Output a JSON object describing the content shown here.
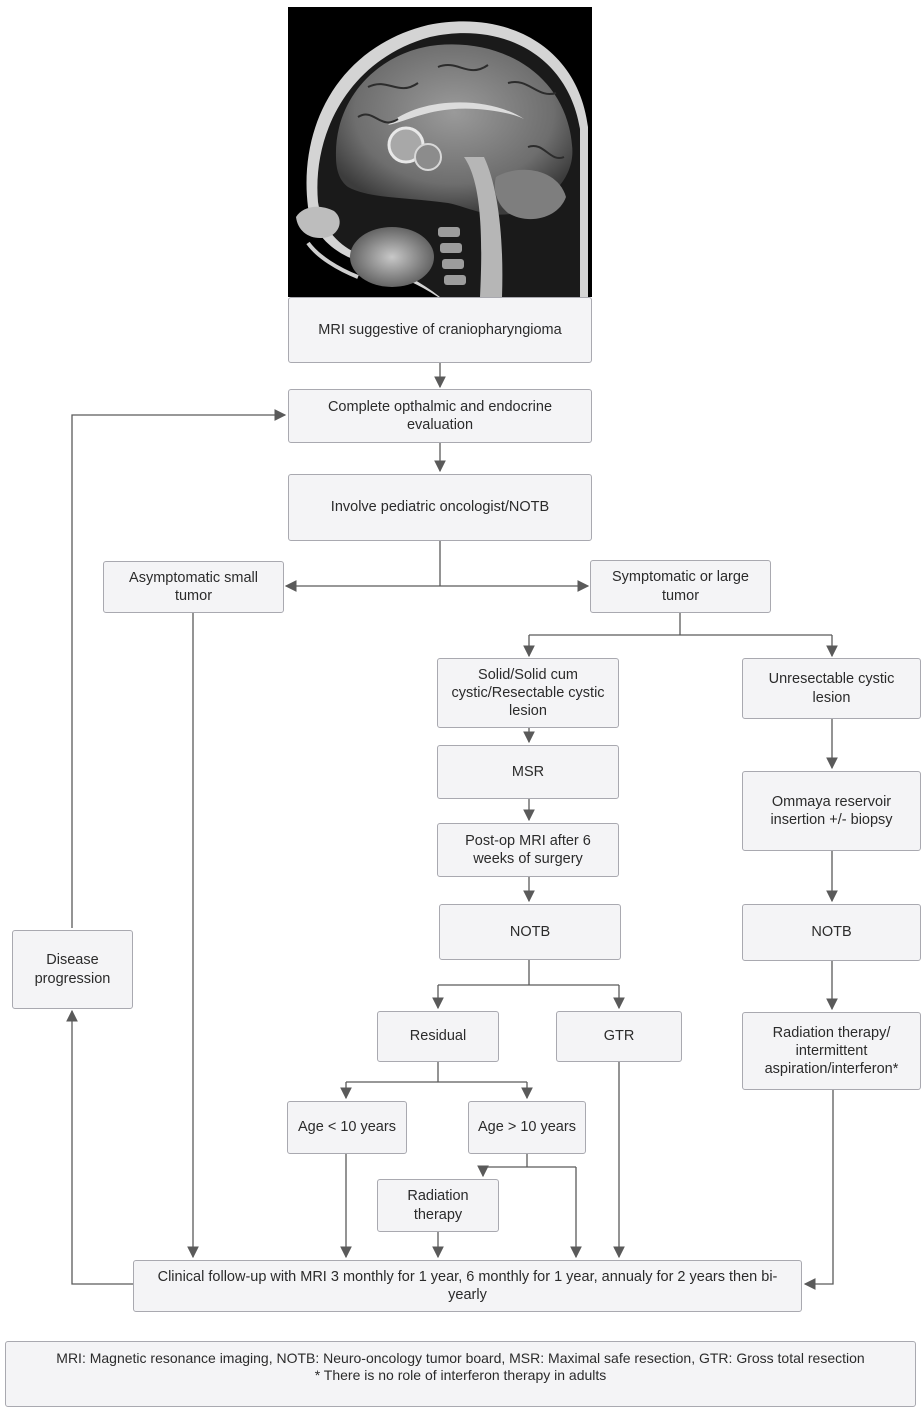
{
  "image": {
    "kind": "sagittal brain MRI"
  },
  "nodes": {
    "mri": "MRI suggestive of craniopharyngioma",
    "evaluation": "Complete opthalmic and endocrine evaluation",
    "oncologist": "Involve pediatric oncologist/NOTB",
    "asymptomatic": "Asymptomatic small tumor",
    "symptomatic": "Symptomatic or large tumor",
    "solid": "Solid/Solid cum cystic/Resectable cystic lesion",
    "unresectable": "Unresectable cystic lesion",
    "msr": "MSR",
    "ommaya": "Ommaya reservoir insertion +/- biopsy",
    "postop": "Post-op MRI after 6 weeks of surgery",
    "notb_left": "NOTB",
    "notb_right": "NOTB",
    "disease_progression": "Disease progression",
    "residual": "Residual",
    "gtr": "GTR",
    "radiation_options": "Radiation therapy/ intermittent aspiration/interferon*",
    "age_lt10": "Age < 10 years",
    "age_gt10": "Age > 10 years",
    "radiation": "Radiation therapy",
    "followup": "Clinical follow-up with MRI 3 monthly for 1 year, 6 monthly for 1 year,  annualy for 2 years then bi-yearly"
  },
  "legend": {
    "abbreviations": "MRI: Magnetic resonance imaging, NOTB: Neuro-oncology tumor board, MSR: Maximal safe resection, GTR: Gross total resection",
    "note": "* There is no role of interferon therapy in adults"
  },
  "colors": {
    "box_fill": "#f4f4f6",
    "box_border": "#a9a9b0",
    "connector": "#5a5a5a"
  }
}
